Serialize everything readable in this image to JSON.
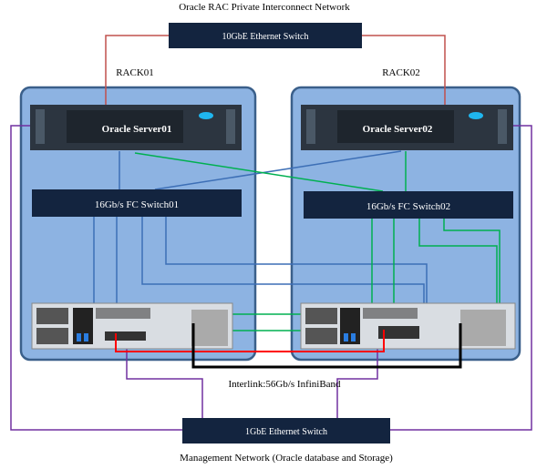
{
  "title": "Oracle RAC Private Interconnect Network",
  "switch_10g": "10GbE Ethernet Switch",
  "racks": [
    {
      "label": "RACK01",
      "server": "Oracle  Server01",
      "fc_switch": "16Gb/s FC Switch01"
    },
    {
      "label": "RACK02",
      "server": "Oracle  Server02",
      "fc_switch": "16Gb/s FC Switch02"
    }
  ],
  "interlink": "Interlink:56Gb/s InfiniBand",
  "switch_1g": "1GbE Ethernet Switch",
  "management": "Management Network (Oracle database and Storage)",
  "colors": {
    "rack_fill": "#8db3e2",
    "box": "#13243f",
    "private": "#c0392b",
    "mgmt": "#7030a0",
    "fc_a": "#3d6fb6",
    "fc_b": "#00b050",
    "ib": "#000000",
    "red": "#ff0000"
  }
}
